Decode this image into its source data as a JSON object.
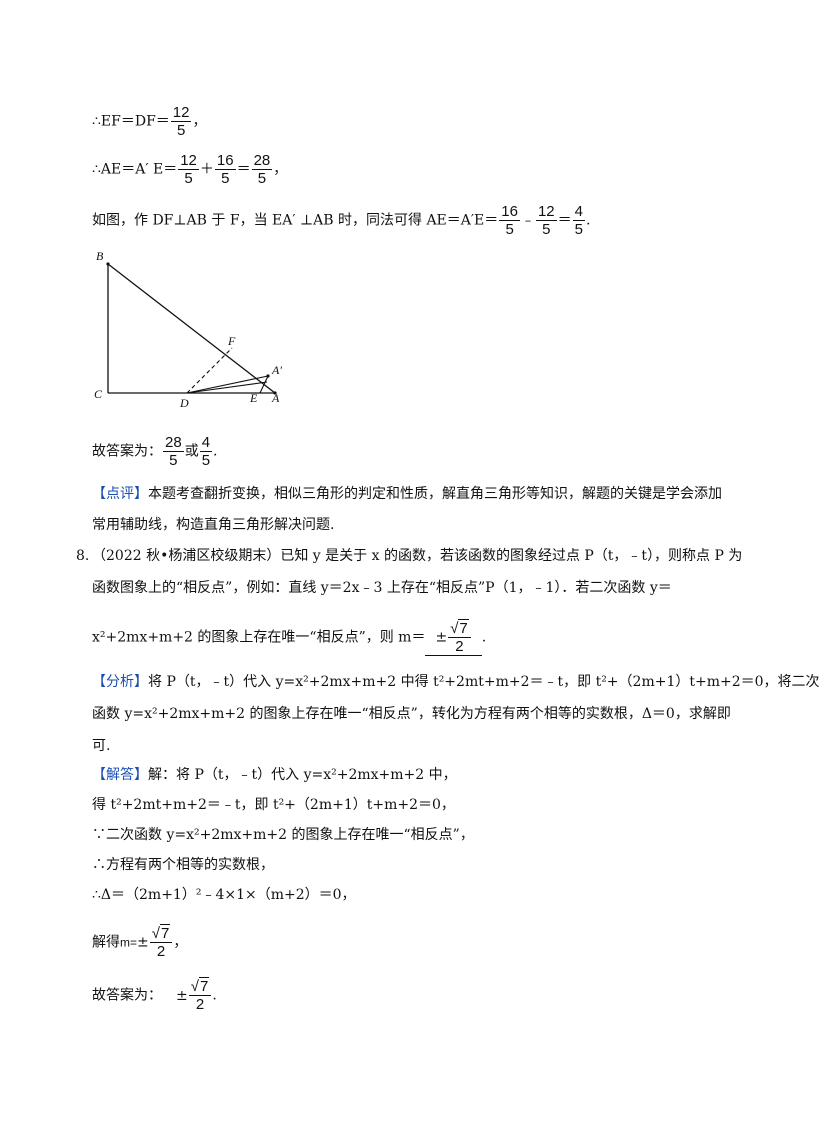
{
  "l1": {
    "pre": "∴EF＝DF＝",
    "n": "12",
    "d": "5",
    "post": "，"
  },
  "l2": {
    "pre": "∴AE＝A′ E＝",
    "f1n": "12",
    "f1d": "5",
    "plus": "＋",
    "f2n": "16",
    "f2d": "5",
    "eq": "＝",
    "f3n": "28",
    "f3d": "5",
    "post": "，"
  },
  "l3": {
    "pre": "如图，作 DF⊥AB 于 F，当  EA′  ⊥AB 时，同法可得 AE＝A′E＝",
    "f1n": "16",
    "f1d": "5",
    "minus": "﹣",
    "f2n": "12",
    "f2d": "5",
    "eq": "＝",
    "f3n": "4",
    "f3d": "5",
    "post": "."
  },
  "figure": {
    "B": "B",
    "F": "F",
    "A1": "A′",
    "C": "C",
    "D": "D",
    "E": "E",
    "A": "A"
  },
  "ans1": {
    "pre": "故答案为：",
    "f1n": "28",
    "f1d": "5",
    "or": "或",
    "f2n": "4",
    "f2d": "5",
    "post": "."
  },
  "comment": {
    "tag": "【点评】",
    "text1": "本题考查翻折变换，相似三角形的判定和性质，解直角三角形等知识，解题的关键是学会添加",
    "text2": "常用辅助线，构造直角三角形解决问题."
  },
  "q8": {
    "num": "8.",
    "line1": "（2022 秋•杨浦区校级期末）已知 y 是关于 x 的函数，若该函数的图象经过点 P（t，﹣t），则称点 P 为",
    "line2": "函数图象上的“相反点”，例如：直线 y＝2x﹣3 上存在“相反点”P（1，﹣1）．若二次函数 y＝",
    "line3pre": "x²+2mx+m+2 的图象上存在唯一“相反点”，则 m＝",
    "pm": "±",
    "rad": "7",
    "den": "2",
    "line3post": "."
  },
  "analysis": {
    "tag": "【分析】",
    "line1": "将 P（t，﹣t）代入 y=x²+2mx+m+2 中得 t²+2mt+m+2＝﹣t，即 t²+（2m+1）t+m+2＝0，将二次",
    "line2": "函数 y=x²+2mx+m+2 的图象上存在唯一“相反点”，转化为方程有两个相等的实数根，Δ＝0，求解即",
    "line3": "可."
  },
  "solution": {
    "tag": "【解答】",
    "line1": "解：将 P（t，﹣t）代入 y=x²+2mx+m+2 中，",
    "line2": "得 t²+2mt+m+2＝﹣t，即 t²+（2m+1）t+m+2＝0，",
    "line3": "∵二次函数 y=x²+2mx+m+2 的图象上存在唯一“相反点”，",
    "line4": "∴方程有两个相等的实数根，",
    "line5": "∴Δ＝（2m+1）²﹣4×1×（m+2）＝0，",
    "line6pre": "解得",
    "line6m": "m=",
    "pm": "±",
    "rad": "7",
    "den": "2",
    "line6post": "，",
    "line7pre": "故答案为：",
    "line7post": "."
  }
}
